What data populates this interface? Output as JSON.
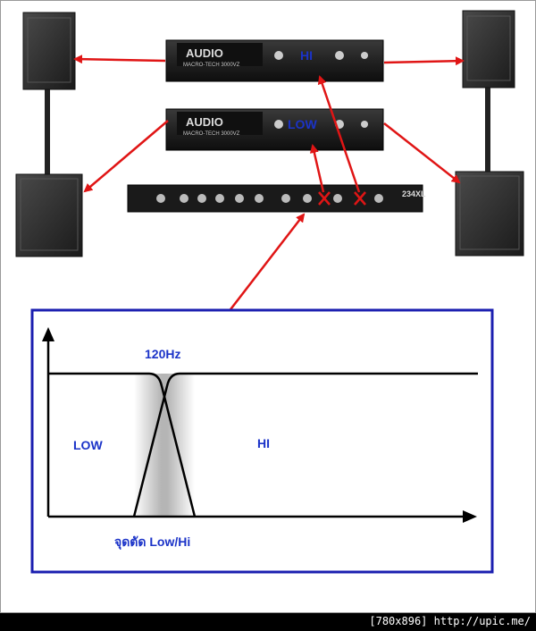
{
  "amp_top": {
    "brand": "AUDIO",
    "model": "MACRO-TECH 3000VZ",
    "tag": "HI"
  },
  "amp_bottom": {
    "brand": "AUDIO",
    "model": "MACRO-TECH 3000VZ",
    "tag": "LOW"
  },
  "crossover": {
    "model": "234XL"
  },
  "graph": {
    "freq_label": "120Hz",
    "low_label": "LOW",
    "hi_label": "HI",
    "crossover_label": "จุดตัด Low/Hi"
  },
  "footer": {
    "text": "[780x896] http://upic.me/"
  },
  "colors": {
    "arrow": "#e01515",
    "frame": "#1b1fb0",
    "label": "#1b33c8"
  }
}
